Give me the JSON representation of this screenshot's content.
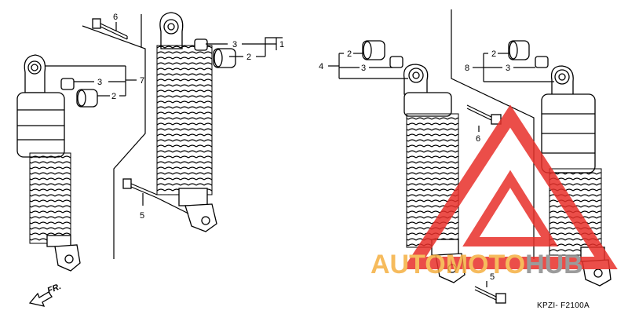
{
  "diagram": {
    "callouts": {
      "c1": "1",
      "c2a": "2",
      "c3a": "3",
      "c6a": "6",
      "c7": "7",
      "c3b": "3",
      "c2b": "2",
      "c5a": "5",
      "c4": "4",
      "c2c": "2",
      "c3c": "3",
      "c6b": "6",
      "c8": "8",
      "c2d": "2",
      "c3d": "3",
      "c5b": "5"
    },
    "direction_label": "FR.",
    "drawing_code": "KPZI- F2100A"
  },
  "watermark": {
    "text_left": "AUTOMOTO",
    "text_right": "HUB",
    "color_left": "#f5b041",
    "color_right": "#8a8a8a",
    "triangle_color": "#e8302a"
  }
}
